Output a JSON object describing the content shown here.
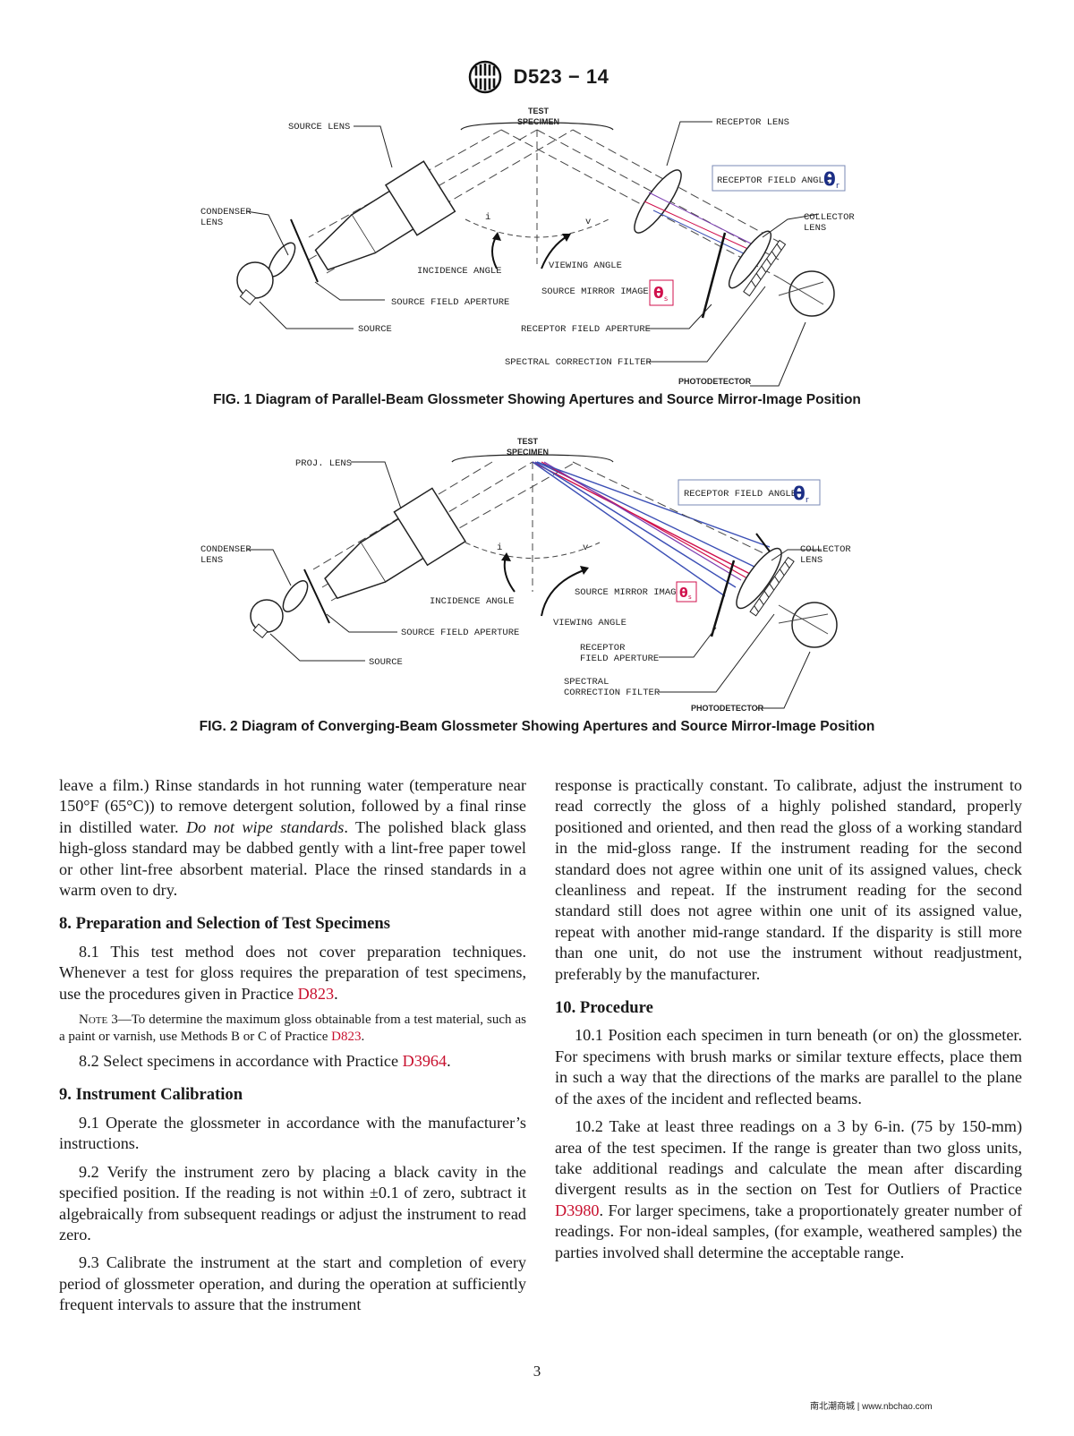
{
  "header": {
    "doc_id": "D523 − 14",
    "logo_text": "ASTM"
  },
  "fig1": {
    "labels": {
      "test_specimen_1": "TEST",
      "test_specimen_2": "SPECIMEN",
      "source_lens": "SOURCE LENS",
      "receptor_lens": "RECEPTOR LENS",
      "receptor_field_angle": "RECEPTOR FIELD ANGLE",
      "condenser_lens_1": "CONDENSER",
      "condenser_lens_2": "LENS",
      "collector_lens_1": "COLLECTOR",
      "collector_lens_2": "LENS",
      "incidence_angle": "INCIDENCE ANGLE",
      "viewing_angle": "VIEWING ANGLE",
      "source_mirror_image": "SOURCE MIRROR IMAGE",
      "source_field_aperture": "SOURCE FIELD APERTURE",
      "source": "SOURCE",
      "receptor_field_aperture": "RECEPTOR FIELD APERTURE",
      "spectral_correction_filter": "SPECTRAL CORRECTION FILTER",
      "photodetector": "PHOTODETECTOR",
      "i": "i",
      "v": "v",
      "theta": "θ",
      "sub_r": "r",
      "sub_s": "s"
    },
    "caption": "FIG. 1 Diagram of Parallel-Beam Glossmeter Showing Apertures and Source Mirror-Image Position"
  },
  "fig2": {
    "labels": {
      "test_specimen_1": "TEST",
      "test_specimen_2": "SPECIMEN",
      "proj_lens": "PROJ. LENS",
      "receptor_field_angle": "RECEPTOR FIELD ANGLE",
      "condenser_lens_1": "CONDENSER",
      "condenser_lens_2": "LENS",
      "collector_lens_1": "COLLECTOR",
      "collector_lens_2": "LENS",
      "incidence_angle": "INCIDENCE ANGLE",
      "viewing_angle": "VIEWING ANGLE",
      "source_mirror_image": "SOURCE MIRROR IMAGE",
      "source_field_aperture": "SOURCE FIELD APERTURE",
      "source": "SOURCE",
      "receptor_field_aperture_1": "RECEPTOR",
      "receptor_field_aperture_2": "FIELD APERTURE",
      "spectral_correction_filter_1": "SPECTRAL",
      "spectral_correction_filter_2": "CORRECTION FILTER",
      "photodetector": "PHOTODETECTOR",
      "i": "i",
      "v": "v",
      "theta": "θ",
      "sub_r": "r",
      "sub_s": "s"
    },
    "caption": "FIG. 2 Diagram of Converging-Beam Glossmeter Showing Apertures and Source Mirror-Image Position"
  },
  "left": {
    "p1": "leave a film.) Rinse standards in hot running water (temperature near 150°F (65°C)) to remove detergent solution, followed by a final rinse in distilled water. ",
    "p1_em": "Do not wipe standards",
    "p1_end": ". The polished black glass high-gloss standard may be dabbed gently with a lint-free paper towel or other lint-free absorbent material. Place the rinsed standards in a warm oven to dry.",
    "h8": "8. Preparation and Selection of Test Specimens",
    "p81": "8.1 This test method does not cover preparation techniques. Whenever a test for gloss requires the preparation of test specimens, use the procedures given in Practice ",
    "p81_ref": "D823",
    "p81_end": ".",
    "note3_label": "Note",
    "note3": " 3—To determine the maximum gloss obtainable from a test material, such as a paint or varnish, use Methods B or C of Practice ",
    "note3_ref": "D823",
    "note3_end": ".",
    "p82": "8.2 Select specimens in accordance with Practice ",
    "p82_ref": "D3964",
    "p82_end": ".",
    "h9": "9. Instrument Calibration",
    "p91": "9.1 Operate the glossmeter in accordance with the manufacturer’s instructions.",
    "p92": "9.2 Verify the instrument zero by placing a black cavity in the specified position. If the reading is not within ±0.1 of zero, subtract it algebraically from subsequent readings or adjust the instrument to read zero.",
    "p93": "9.3 Calibrate the instrument at the start and completion of every period of glossmeter operation, and during the operation at sufficiently frequent intervals to assure that the instrument"
  },
  "right": {
    "p1": "response is practically constant. To calibrate, adjust the instrument to read correctly the gloss of a highly polished standard, properly positioned and oriented, and then read the gloss of a working standard in the mid-gloss range. If the instrument reading for the second standard does not agree within one unit of its assigned values, check cleanliness and repeat. If the instrument reading for the second standard still does not agree within one unit of its assigned value, repeat with another mid-range standard. If the disparity is still more than one unit, do not use the instrument without readjustment, preferably by the manufacturer.",
    "h10": "10. Procedure",
    "p101": "10.1 Position each specimen in turn beneath (or on) the glossmeter. For specimens with brush marks or similar texture effects, place them in such a way that the directions of the marks are parallel to the plane of the axes of the incident and reflected beams.",
    "p102": "10.2 Take at least three readings on a 3 by 6-in. (75 by 150-mm) area of the test specimen. If the range is greater than two gloss units, take additional readings and calculate the mean after discarding divergent results as in the section on Test for Outliers of Practice ",
    "p102_ref": "D3980",
    "p102_end": ". For larger specimens, take a proportionately greater number of readings. For non-ideal samples, (for example, weathered samples) the parties involved shall determine the acceptable range."
  },
  "footer": {
    "page": "3",
    "watermark": "南北潮商城 | www.nbchao.com"
  }
}
